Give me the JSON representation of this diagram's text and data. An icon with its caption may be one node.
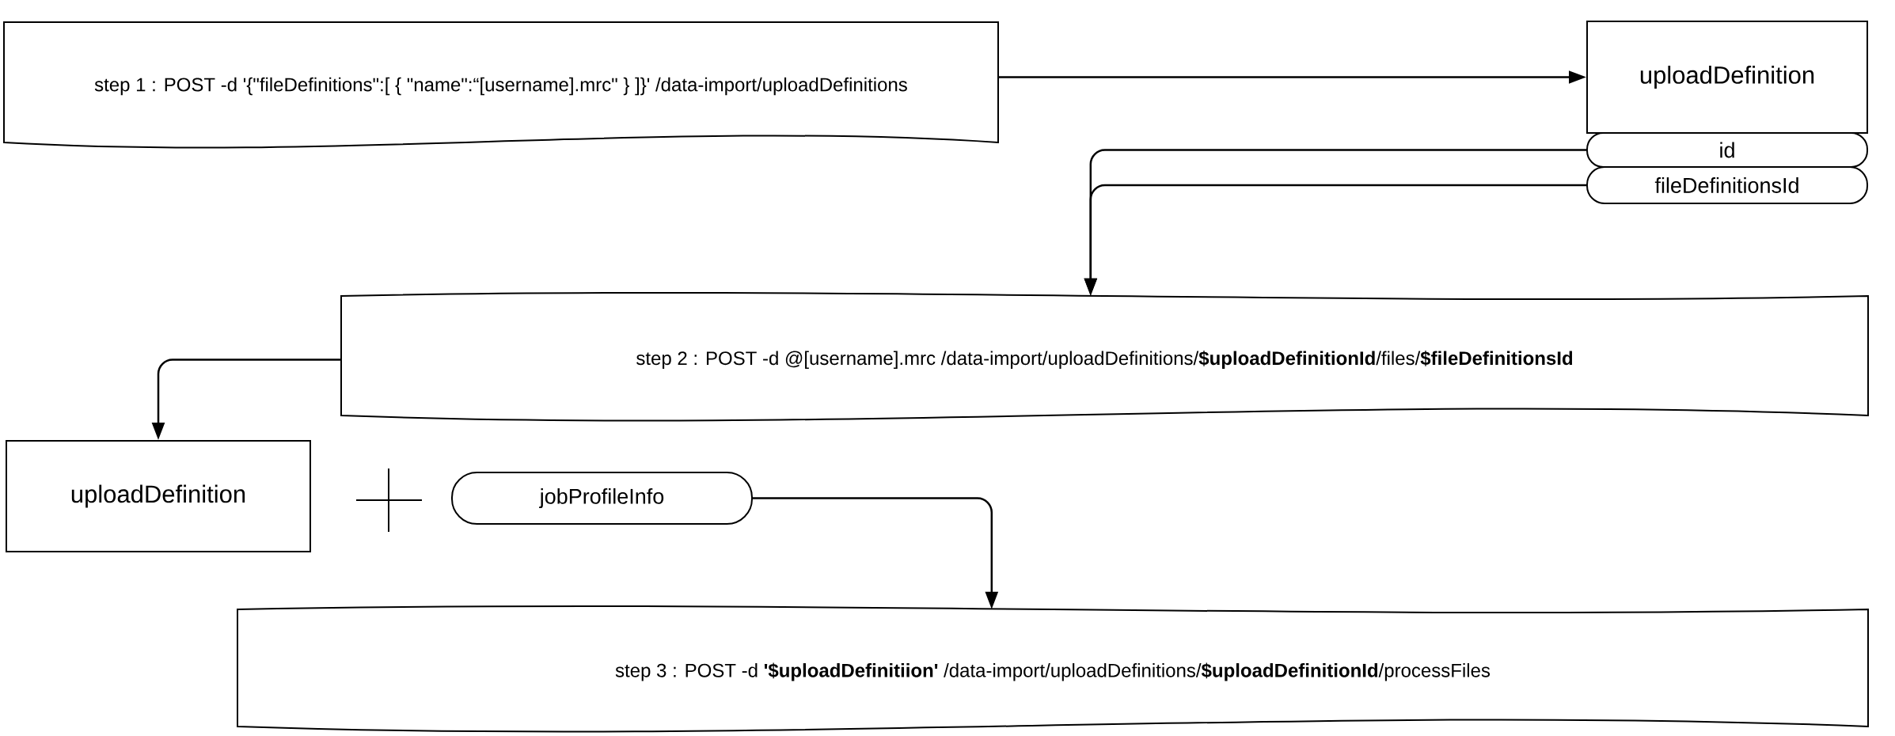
{
  "diagram": {
    "nodes": [
      {
        "text": [
          "step 1 : POST -d '{\"fileDefinitions\":[ { \"name\":“[username].mrc\" } ]}' /data-import/uploadDefinitions"
        ]
      },
      {
        "text": [
          "uploadDefinition"
        ]
      },
      {
        "text": [
          "id"
        ]
      },
      {
        "text": [
          "fileDefinitionsId"
        ]
      },
      {
        "text": [
          "step 2 : POST -d @[username].mrc /data-import/uploadDefinitions/**$uploadDefinitionId**/files/**$fileDefinitionsId**"
        ]
      },
      {
        "text": [
          "uploadDefinition"
        ]
      },
      {
        "text": [
          "jobProfileInfo"
        ]
      },
      {
        "text": [
          "step 3 : POST -d **'$uploadDefinitiion'** /data-import/uploadDefinitions/**$uploadDefinitionId**/processFiles"
        ]
      }
    ],
    "edges": [
      {
        "from": 0,
        "to": 1,
        "arrow": "to"
      },
      {
        "from": 2,
        "to": 4,
        "arrow": "to"
      },
      {
        "from": 3,
        "to": 4,
        "arrow": "to"
      },
      {
        "from": 4,
        "to": 5,
        "arrow": "to"
      },
      {
        "from": 6,
        "to": 7,
        "arrow": "to"
      }
    ]
  }
}
